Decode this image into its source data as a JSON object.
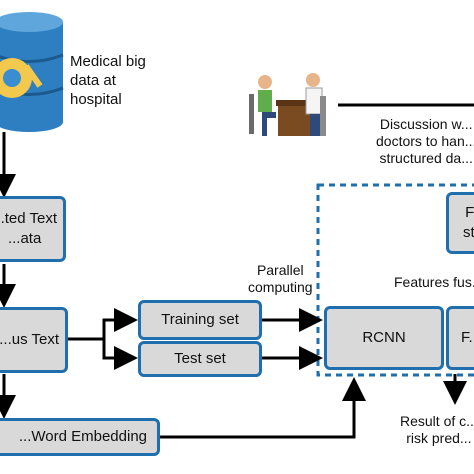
{
  "nodes": {
    "database": {
      "label_lines": [
        "Medical big",
        "data at",
        "hospital"
      ]
    },
    "unstructured_text": {
      "label_lines": [
        "...ted Text",
        "...ata"
      ]
    },
    "corpus_text": {
      "label": "...us Text"
    },
    "word_embedding": {
      "label": "...Word Embedding"
    },
    "training_set": {
      "label": "Training set"
    },
    "test_set": {
      "label": "Test set"
    },
    "rcnn": {
      "label": "RCNN"
    },
    "fc": {
      "label": "F..."
    },
    "structured_features": {
      "label_lines": [
        "F...",
        "st..."
      ]
    }
  },
  "labels": {
    "parallel": [
      "Parallel",
      "computing"
    ],
    "discussion": [
      "Discussion w...",
      "doctors to han...",
      "structured da..."
    ],
    "features_fusion": "Features fus...",
    "result": [
      "Result of c...",
      "risk pred..."
    ]
  },
  "colors": {
    "accent": "#1f6fae",
    "box_fill": "#d9d9d9",
    "database": "#2e7fc1",
    "database_ring": "#f2c94c"
  },
  "icons": [
    "database-icon",
    "doctor-patient-icon"
  ]
}
